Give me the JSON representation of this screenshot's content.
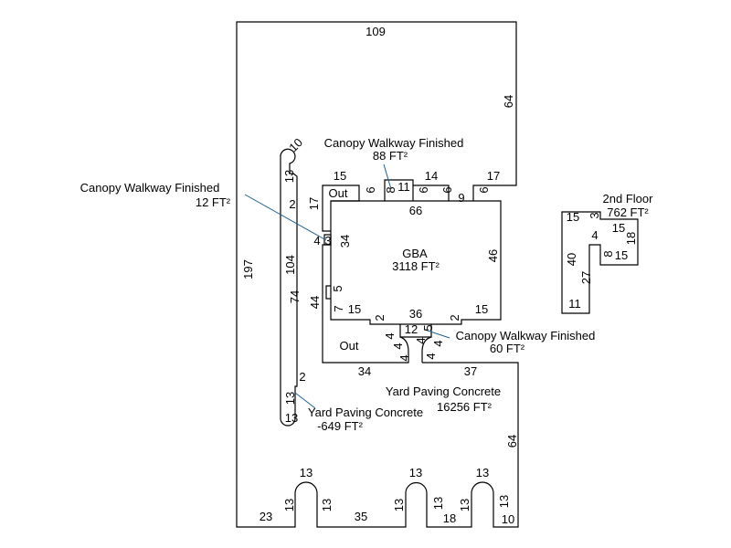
{
  "areas": {
    "gba": {
      "label": "GBA",
      "area": "3118 FT²"
    },
    "canopy_88": {
      "label": "Canopy Walkway Finished",
      "area": "88 FT²"
    },
    "canopy_12": {
      "label": "Canopy Walkway Finished",
      "area": "12 FT²"
    },
    "canopy_60": {
      "label": "Canopy Walkway Finished",
      "area": "60 FT²"
    },
    "yard_main": {
      "label": "Yard Paving Concrete",
      "area": "16256 FT²"
    },
    "yard_neg": {
      "label": "Yard Paving Concrete",
      "area": "-649 FT²"
    },
    "second_floor": {
      "label": "2nd Floor",
      "area": "762 FT²"
    },
    "out_top": {
      "label": "Out"
    },
    "out_bottom": {
      "label": "Out"
    }
  },
  "dimensions": [
    "109",
    "64",
    "10",
    "13",
    "2",
    "17",
    "15",
    "6",
    "8",
    "11",
    "14",
    "6",
    "6",
    "9",
    "17",
    "6",
    "66",
    "4",
    "3",
    "34",
    "46",
    "197",
    "104",
    "74",
    "44",
    "5",
    "7",
    "15",
    "36",
    "15",
    "2",
    "2",
    "12",
    "5",
    "4",
    "4",
    "4",
    "4",
    "4",
    "4",
    "34",
    "37",
    "2",
    "13",
    "13",
    "64",
    "13",
    "13",
    "13",
    "23",
    "13",
    "13",
    "35",
    "13",
    "13",
    "18",
    "13",
    "13",
    "10"
  ],
  "second_floor_dimensions": [
    "15",
    "3",
    "15",
    "4",
    "18",
    "8",
    "15",
    "40",
    "27",
    "11"
  ],
  "colors": {
    "lines": "#000000",
    "leader": "#1f5f8f"
  }
}
